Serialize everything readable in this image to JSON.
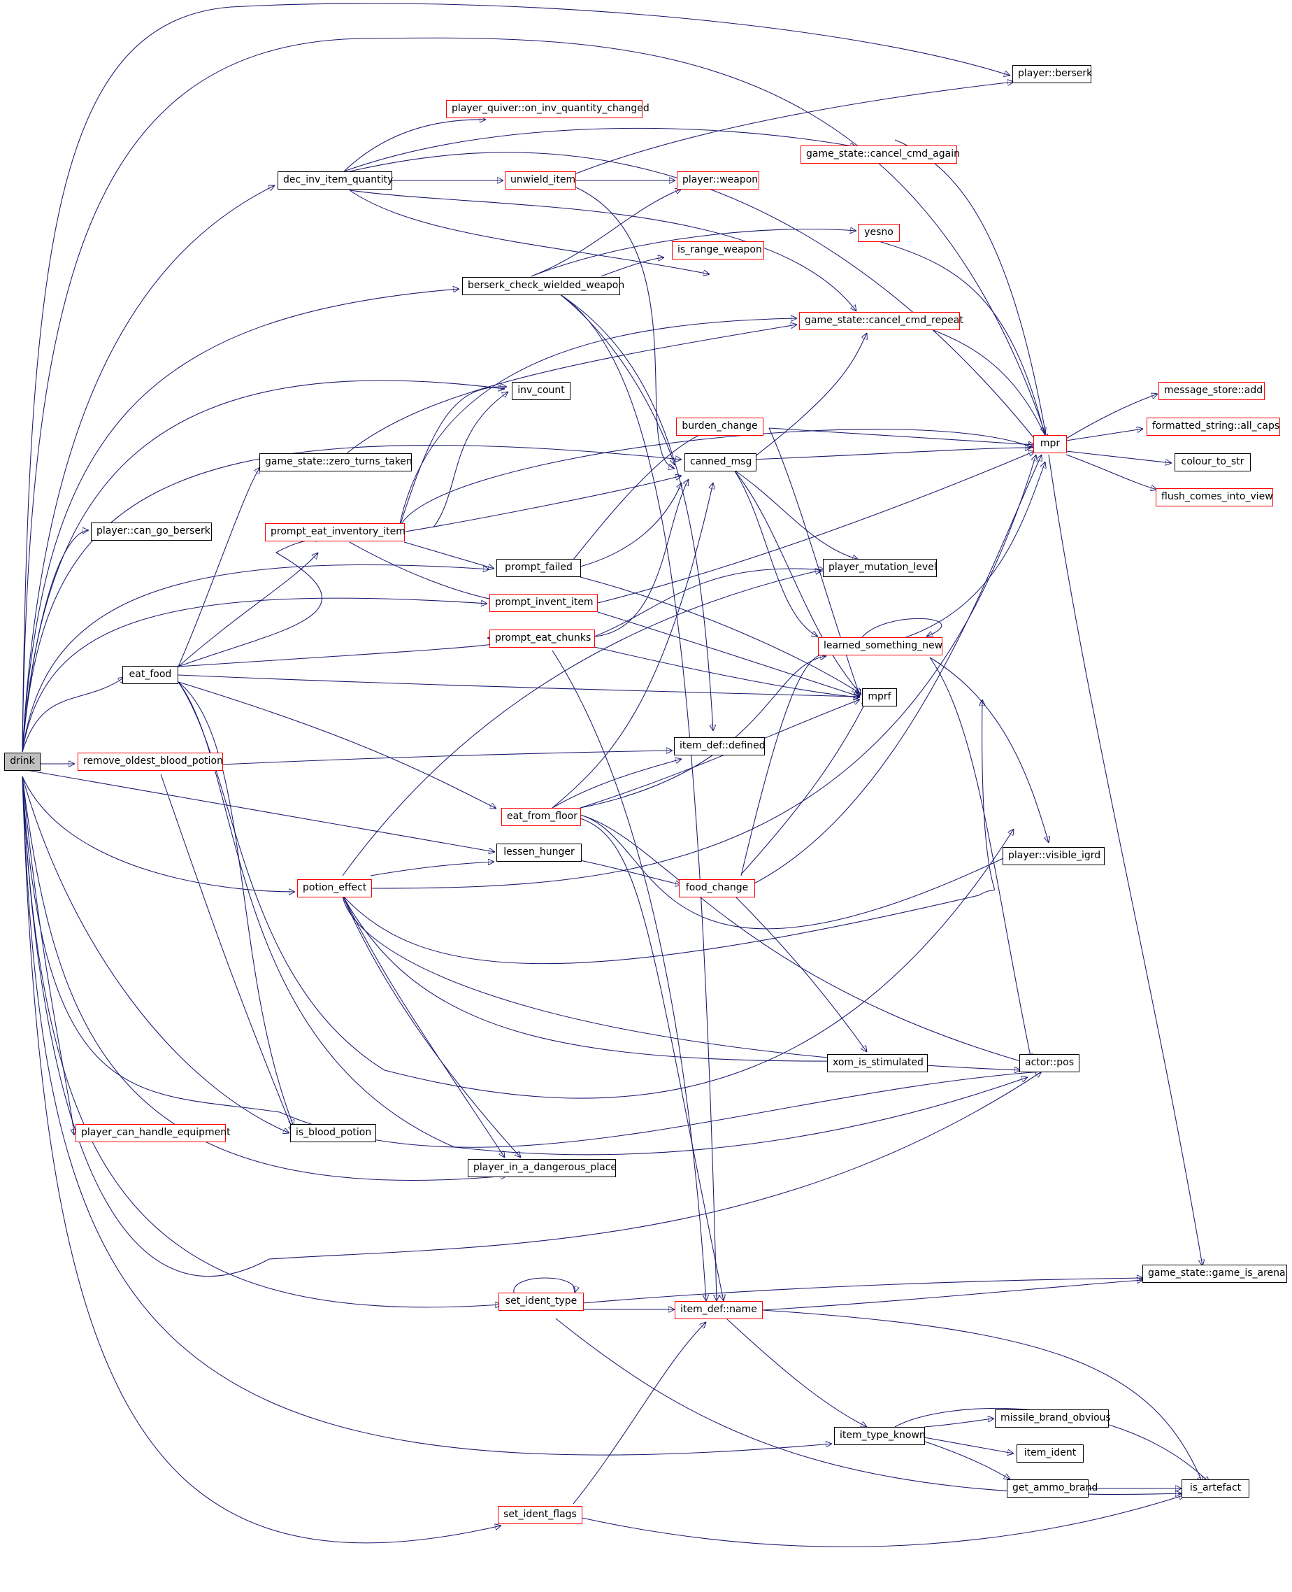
{
  "graph": {
    "direction": "left-to-right",
    "colors": {
      "edge": "#191970",
      "node_border_complete": "#000000",
      "node_border_truncated": "#ff0000",
      "root_fill": "#bfbfbf",
      "node_fill": "#ffffff"
    },
    "nodes": {
      "drink": {
        "label": "drink",
        "truncated": false,
        "root": true
      },
      "player_berserk": {
        "label": "player::berserk",
        "truncated": false
      },
      "player_quiver": {
        "label": "player_quiver::on_inv_quantity_changed",
        "truncated": true
      },
      "cancel_cmd_again": {
        "label": "game_state::cancel_cmd_again",
        "truncated": true
      },
      "dec_inv_item_quantity": {
        "label": "dec_inv_item_quantity",
        "truncated": false
      },
      "unwield_item": {
        "label": "unwield_item",
        "truncated": true
      },
      "player_weapon": {
        "label": "player::weapon",
        "truncated": true
      },
      "yesno": {
        "label": "yesno",
        "truncated": true
      },
      "is_range_weapon": {
        "label": "is_range_weapon",
        "truncated": true
      },
      "berserk_check": {
        "label": "berserk_check_wielded_weapon",
        "truncated": false
      },
      "cancel_cmd_repeat": {
        "label": "game_state::cancel_cmd_repeat",
        "truncated": true
      },
      "inv_count": {
        "label": "inv_count",
        "truncated": false
      },
      "message_store_add": {
        "label": "message_store::add",
        "truncated": true
      },
      "burden_change": {
        "label": "burden_change",
        "truncated": true
      },
      "mpr": {
        "label": "mpr",
        "truncated": true
      },
      "all_caps": {
        "label": "formatted_string::all_caps",
        "truncated": true
      },
      "zero_turns": {
        "label": "game_state::zero_turns_taken",
        "truncated": false
      },
      "canned_msg": {
        "label": "canned_msg",
        "truncated": false
      },
      "colour_to_str": {
        "label": "colour_to_str",
        "truncated": false
      },
      "flush_comes": {
        "label": "flush_comes_into_view",
        "truncated": true
      },
      "can_go_berserk": {
        "label": "player::can_go_berserk",
        "truncated": false
      },
      "prompt_eat_inventory_item": {
        "label": "prompt_eat_inventory_item",
        "truncated": true
      },
      "prompt_failed": {
        "label": "prompt_failed",
        "truncated": false
      },
      "player_mutation_level": {
        "label": "player_mutation_level",
        "truncated": false
      },
      "prompt_invent_item": {
        "label": "prompt_invent_item",
        "truncated": true
      },
      "prompt_eat_chunks": {
        "label": "prompt_eat_chunks",
        "truncated": true
      },
      "learned_something_new": {
        "label": "learned_something_new",
        "truncated": true
      },
      "eat_food": {
        "label": "eat_food",
        "truncated": false
      },
      "mprf": {
        "label": "mprf",
        "truncated": false
      },
      "item_def_defined": {
        "label": "item_def::defined",
        "truncated": false
      },
      "remove_oldest_blood_potion": {
        "label": "remove_oldest_blood_potion",
        "truncated": true
      },
      "eat_from_floor": {
        "label": "eat_from_floor",
        "truncated": true
      },
      "lessen_hunger": {
        "label": "lessen_hunger",
        "truncated": false
      },
      "visible_igrd": {
        "label": "player::visible_igrd",
        "truncated": false
      },
      "potion_effect": {
        "label": "potion_effect",
        "truncated": true
      },
      "food_change": {
        "label": "food_change",
        "truncated": true
      },
      "xom_is_stimulated": {
        "label": "xom_is_stimulated",
        "truncated": false
      },
      "actor_pos": {
        "label": "actor::pos",
        "truncated": false
      },
      "player_can_handle_equipment": {
        "label": "player_can_handle_equipment",
        "truncated": true
      },
      "is_blood_potion": {
        "label": "is_blood_potion",
        "truncated": false
      },
      "player_in_dangerous_place": {
        "label": "player_in_a_dangerous_place",
        "truncated": false
      },
      "game_is_arena": {
        "label": "game_state::game_is_arena",
        "truncated": false
      },
      "set_ident_type": {
        "label": "set_ident_type",
        "truncated": true
      },
      "item_def_name": {
        "label": "item_def::name",
        "truncated": true
      },
      "missile_brand_obvious": {
        "label": "missile_brand_obvious",
        "truncated": false
      },
      "item_type_known": {
        "label": "item_type_known",
        "truncated": false
      },
      "item_ident": {
        "label": "item_ident",
        "truncated": false
      },
      "get_ammo_brand": {
        "label": "get_ammo_brand",
        "truncated": false
      },
      "is_artefact": {
        "label": "is_artefact",
        "truncated": false
      },
      "set_ident_flags": {
        "label": "set_ident_flags",
        "truncated": true
      }
    }
  }
}
